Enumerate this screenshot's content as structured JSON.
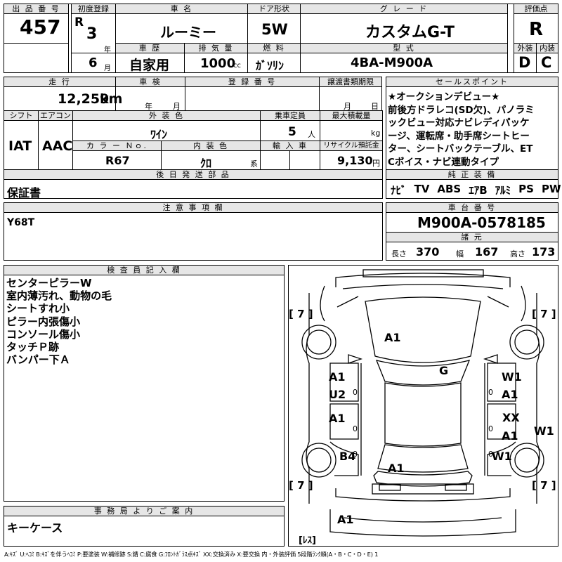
{
  "header": {
    "lot_no_label": "出 品 番 号",
    "lot_no": "457",
    "first_reg_label": "初度登録",
    "era": "R",
    "year": "3",
    "year_unit": "年",
    "month": "6",
    "month_unit": "月",
    "car_name_label": "車 名",
    "car_name": "ルーミー",
    "history_label": "車 歴",
    "history": "自家用",
    "displacement_label": "排 気 量",
    "displacement": "1000",
    "displacement_unit": "cc",
    "door_label": "ドア形状",
    "door": "5W",
    "fuel_label": "燃 料",
    "fuel": "ｶﾞｿﾘﾝ",
    "grade_label": "グ レ ー ド",
    "grade": "カスタムG-T",
    "model_label": "型 式",
    "model": "4BA-M900A",
    "score_label": "評価点",
    "score": "R",
    "exterior_label": "外装",
    "exterior": "D",
    "interior_label": "内装",
    "interior": "C"
  },
  "row2": {
    "mileage_label": "走 行",
    "mileage": "12,259",
    "mileage_unit": "km",
    "inspection_label": "車 検",
    "insp_year": "年",
    "insp_month": "月",
    "plate_label": "登 録 番 号",
    "handover_label": "譲渡書類期限",
    "handover_month": "月",
    "handover_day": "日",
    "shift_label": "シフト",
    "shift": "IAT",
    "ac_label": "エアコン",
    "ac": "AAC",
    "ext_color_label": "外 装 色",
    "ext_color": "ﾜｲﾝ",
    "seats_label": "乗車定員",
    "seats": "5",
    "seats_unit": "人",
    "load_label": "最大積載量",
    "load_unit": "kg",
    "color_no_label": "カ ラ ー Ｎｏ.",
    "color_no": "R67",
    "int_color_label": "内 装 色",
    "int_color": "ｸﾛ",
    "int_color_unit": "系",
    "import_label": "輸 入 車",
    "recycle_label": "リサイクル預託金",
    "recycle": "9,130",
    "recycle_unit": "円",
    "later_parts_label": "後 日 発 送 部 品",
    "later_parts": "保証書"
  },
  "sales_point": {
    "label": "セールスポイント",
    "text": [
      "★オークションデビュー★",
      "前後方ドラレコ(SD欠)、パノラミ",
      "ックビュー対応ナビレディパッケ",
      "ージ、運転席・助手席シートヒー",
      "ター、シートバックテーブル、ET",
      "Cボイス・ナビ連動タイプ"
    ]
  },
  "equipment": {
    "label": "純 正 装 備",
    "items": [
      "ﾅﾋﾞ",
      "TV",
      "ABS",
      "ｴｱB",
      "ｱﾙﾐ",
      "PS",
      "PW"
    ]
  },
  "notes": {
    "label": "注 意 事 項 欄",
    "text": "Y68T"
  },
  "chassis": {
    "label": "車 台 番 号",
    "value": "M900A-0578185"
  },
  "dimensions": {
    "label": "諸 元",
    "length_label": "長さ",
    "length": "370",
    "width_label": "幅",
    "width": "167",
    "height_label": "高さ",
    "height": "173"
  },
  "inspector": {
    "label": "検 査 員 記 入 欄",
    "lines": [
      "センターピラーW",
      "室内薄汚れ、動物の毛",
      "シートすれ小",
      "ピラー内張傷小",
      "コンソール傷小",
      "タッチＰ跡",
      "バンパー下Ａ"
    ]
  },
  "office": {
    "label": "事 務 局 よ り ご 案 内",
    "text": "キーケース"
  },
  "diagram": {
    "tire_marks": [
      "[ 7 ]",
      "[ 7 ]",
      "[ 7 ]",
      "[ 7 ]"
    ],
    "marks": [
      "A1",
      "G",
      "A1",
      "U2",
      "W1",
      "A1",
      "A1",
      "XX",
      "A1",
      "W1",
      "B4",
      "W1",
      "A1",
      "A1"
    ],
    "small_zeros": [
      "0",
      "0",
      "0",
      "0",
      "0",
      "0"
    ],
    "spare_label": "[ﾚｽ]"
  },
  "legend": "A:ｷｽﾞ U:ﾍｺﾐ B:ｷｽﾞを伴うﾍｺﾐ P:要塗装 W:補修跡 S:錆 C:腐食 G:ﾌﾛﾝﾄｶﾞﾗｽ点ｷｽﾞ XX:交換済み X:要交換 内・外装評価 5段階ﾗﾝｸ順(A・B・C・D・E) 1"
}
